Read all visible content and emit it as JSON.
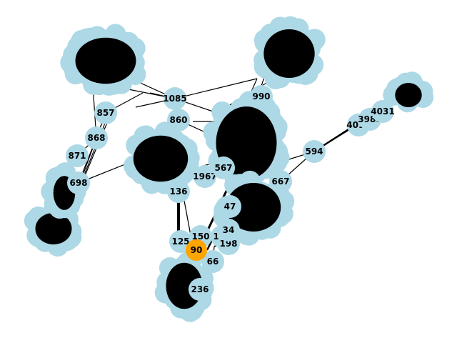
{
  "colors": {
    "node_fill": "#add8e6",
    "highlight_fill": "#ffa500",
    "edge": "#000000",
    "label": "#000000",
    "background": "#ffffff"
  },
  "graph": {
    "highlighted_node": "90",
    "visible_node_labels": [
      "1085",
      "860",
      "857",
      "868",
      "871",
      "698",
      "136",
      "1967",
      "567",
      "594",
      "667",
      "4011",
      "3989",
      "4031",
      "125",
      "150",
      "173",
      "198",
      "236",
      "90",
      "990",
      "66",
      "47",
      "34"
    ]
  }
}
